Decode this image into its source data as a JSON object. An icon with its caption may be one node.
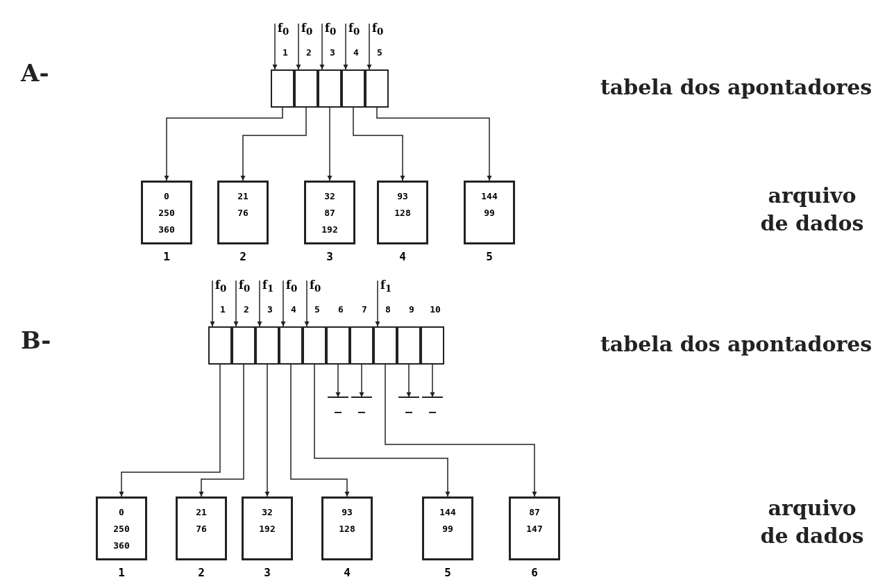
{
  "diagram": {
    "nodes": [
      {
        "text": [],
        "shape": "box",
        "beside": [
          "1"
        ]
      },
      {
        "text": [],
        "shape": "box",
        "beside": [
          "2"
        ]
      },
      {
        "text": [],
        "shape": "box",
        "beside": [
          "3"
        ]
      },
      {
        "text": [],
        "shape": "box",
        "beside": [
          "4"
        ]
      },
      {
        "text": [],
        "shape": "box",
        "beside": [
          "5"
        ]
      },
      {
        "text": [
          "0",
          "250",
          "360"
        ],
        "beside": [
          "1"
        ]
      },
      {
        "text": [
          "21",
          "76"
        ],
        "beside": [
          "2"
        ]
      },
      {
        "text": [
          "32",
          "87",
          "192"
        ],
        "beside": [
          "3"
        ]
      },
      {
        "text": [
          "93",
          "128"
        ],
        "beside": [
          "4"
        ]
      },
      {
        "text": [
          "144",
          "99"
        ],
        "beside": [
          "5"
        ]
      },
      {
        "text": [],
        "shape": "box",
        "beside": [
          "1"
        ]
      },
      {
        "text": [],
        "shape": "box",
        "beside": [
          "2"
        ]
      },
      {
        "text": [],
        "shape": "box",
        "beside": [
          "3"
        ]
      },
      {
        "text": [],
        "shape": "box",
        "beside": [
          "4"
        ]
      },
      {
        "text": [],
        "shape": "box",
        "beside": [
          "5"
        ]
      },
      {
        "text": [],
        "shape": "box",
        "beside": [
          "6"
        ]
      },
      {
        "text": [],
        "shape": "box",
        "beside": [
          "7"
        ]
      },
      {
        "text": [],
        "shape": "box",
        "beside": [
          "8"
        ]
      },
      {
        "text": [],
        "shape": "box",
        "beside": [
          "9"
        ]
      },
      {
        "text": [],
        "shape": "box",
        "beside": [
          "10"
        ]
      },
      {
        "text": [],
        "shape": "ground"
      },
      {
        "text": [],
        "shape": "ground"
      },
      {
        "text": [],
        "shape": "ground"
      },
      {
        "text": [],
        "shape": "ground"
      },
      {
        "text": [
          "0",
          "250",
          "360"
        ],
        "beside": [
          "1"
        ]
      },
      {
        "text": [
          "21",
          "76"
        ],
        "beside": [
          "2"
        ]
      },
      {
        "text": [
          "32",
          "192"
        ],
        "beside": [
          "3"
        ]
      },
      {
        "text": [
          "93",
          "128"
        ],
        "beside": [
          "4"
        ]
      },
      {
        "text": [
          "144",
          "99"
        ],
        "beside": [
          "5"
        ]
      },
      {
        "text": [
          "87",
          "147"
        ],
        "beside": [
          "6"
        ]
      }
    ],
    "edges": [
      {
        "from": null,
        "to": 0,
        "arrow": "to",
        "label": "f$_{0}$"
      },
      {
        "from": null,
        "to": 1,
        "arrow": "to",
        "label": "f$_{0}$"
      },
      {
        "from": null,
        "to": 2,
        "arrow": "to",
        "label": "f$_{0}$"
      },
      {
        "from": null,
        "to": 3,
        "arrow": "to",
        "label": "f$_{0}$"
      },
      {
        "from": null,
        "to": 4,
        "arrow": "to",
        "label": "f$_{0}$"
      },
      {
        "from": 0,
        "to": 5,
        "arrow": "to"
      },
      {
        "from": 1,
        "to": 6,
        "arrow": "to"
      },
      {
        "from": 2,
        "to": 7,
        "arrow": "to"
      },
      {
        "from": 3,
        "to": 8,
        "arrow": "to"
      },
      {
        "from": 4,
        "to": 9,
        "arrow": "to"
      },
      {
        "from": null,
        "to": 10,
        "arrow": "to",
        "label": "f$_{0}$"
      },
      {
        "from": null,
        "to": 11,
        "arrow": "to",
        "label": "f$_{0}$"
      },
      {
        "from": null,
        "to": 12,
        "arrow": "to",
        "label": "f$_{1}$"
      },
      {
        "from": null,
        "to": 13,
        "arrow": "to",
        "label": "f$_{0}$"
      },
      {
        "from": null,
        "to": 14,
        "arrow": "to",
        "label": "f$_{0}$"
      },
      {
        "from": null,
        "to": 17,
        "arrow": "to",
        "label": "f$_{1}$"
      },
      {
        "from": 10,
        "to": 24,
        "arrow": "to"
      },
      {
        "from": 11,
        "to": 25,
        "arrow": "to"
      },
      {
        "from": 12,
        "to": 26,
        "arrow": "to"
      },
      {
        "from": 13,
        "to": 27,
        "arrow": "to"
      },
      {
        "from": 14,
        "to": 28,
        "arrow": "to"
      },
      {
        "from": 17,
        "to": 29,
        "arrow": "to"
      },
      {
        "from": 15,
        "to": 20,
        "arrow": "to"
      },
      {
        "from": 16,
        "to": 21,
        "arrow": "to"
      },
      {
        "from": 18,
        "to": 22,
        "arrow": "to"
      },
      {
        "from": 19,
        "to": 23,
        "arrow": "to"
      }
    ],
    "labels": [
      "A-",
      "tabela dos apontadores",
      "arquivo de dados",
      "B-",
      "tabela dos apontadores",
      "arquivo de dados"
    ]
  }
}
